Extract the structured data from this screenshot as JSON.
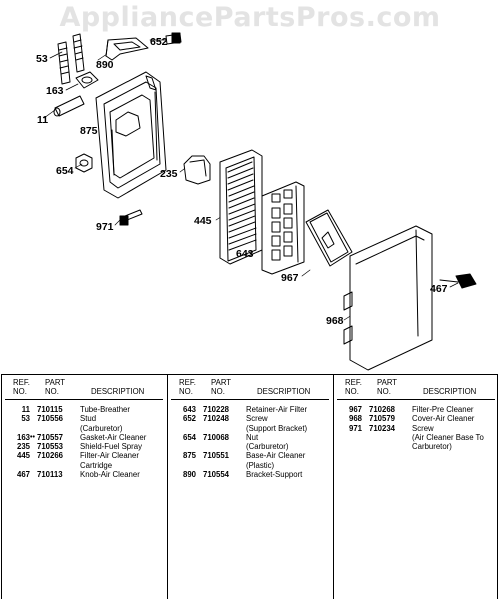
{
  "watermark": "AppliancePartsPros.com",
  "callouts": [
    "53",
    "890",
    "652",
    "163",
    "11",
    "875",
    "654",
    "235",
    "971",
    "445",
    "643",
    "967",
    "467",
    "968"
  ],
  "table": {
    "headers": {
      "ref": "REF.",
      "no": "NO.",
      "part": "PART",
      "desc": "DESCRIPTION"
    },
    "columns": [
      [
        {
          "ref": "11",
          "part": "710115",
          "desc": [
            "Tube-Breather"
          ]
        },
        {
          "ref": "53",
          "part": "710556",
          "desc": [
            "Stud",
            "(Carburetor)"
          ]
        },
        {
          "ref": "163",
          "part": "710557",
          "marks": "••",
          "desc": [
            "Gasket-Air Cleaner"
          ]
        },
        {
          "ref": "235",
          "part": "710553",
          "desc": [
            "Shield-Fuel Spray"
          ]
        },
        {
          "ref": "445",
          "part": "710266",
          "desc": [
            "Filter-Air Cleaner",
            "Cartridge"
          ]
        },
        {
          "ref": "467",
          "part": "710113",
          "desc": [
            "Knob-Air Cleaner"
          ]
        }
      ],
      [
        {
          "ref": "643",
          "part": "710228",
          "desc": [
            "Retainer-Air Filter"
          ]
        },
        {
          "ref": "652",
          "part": "710248",
          "desc": [
            "Screw",
            "(Support Bracket)"
          ]
        },
        {
          "ref": "654",
          "part": "710068",
          "desc": [
            "Nut",
            "(Carburetor)"
          ]
        },
        {
          "ref": "875",
          "part": "710551",
          "desc": [
            "Base-Air Cleaner",
            "(Plastic)"
          ]
        },
        {
          "ref": "890",
          "part": "710554",
          "desc": [
            "Bracket-Support"
          ]
        }
      ],
      [
        {
          "ref": "967",
          "part": "710268",
          "desc": [
            "Filter-Pre Cleaner"
          ]
        },
        {
          "ref": "968",
          "part": "710579",
          "desc": [
            "Cover-Air Cleaner"
          ]
        },
        {
          "ref": "971",
          "part": "710234",
          "desc": [
            "Screw",
            "(Air Cleaner Base To",
            "Carburetor)"
          ]
        }
      ]
    ]
  }
}
